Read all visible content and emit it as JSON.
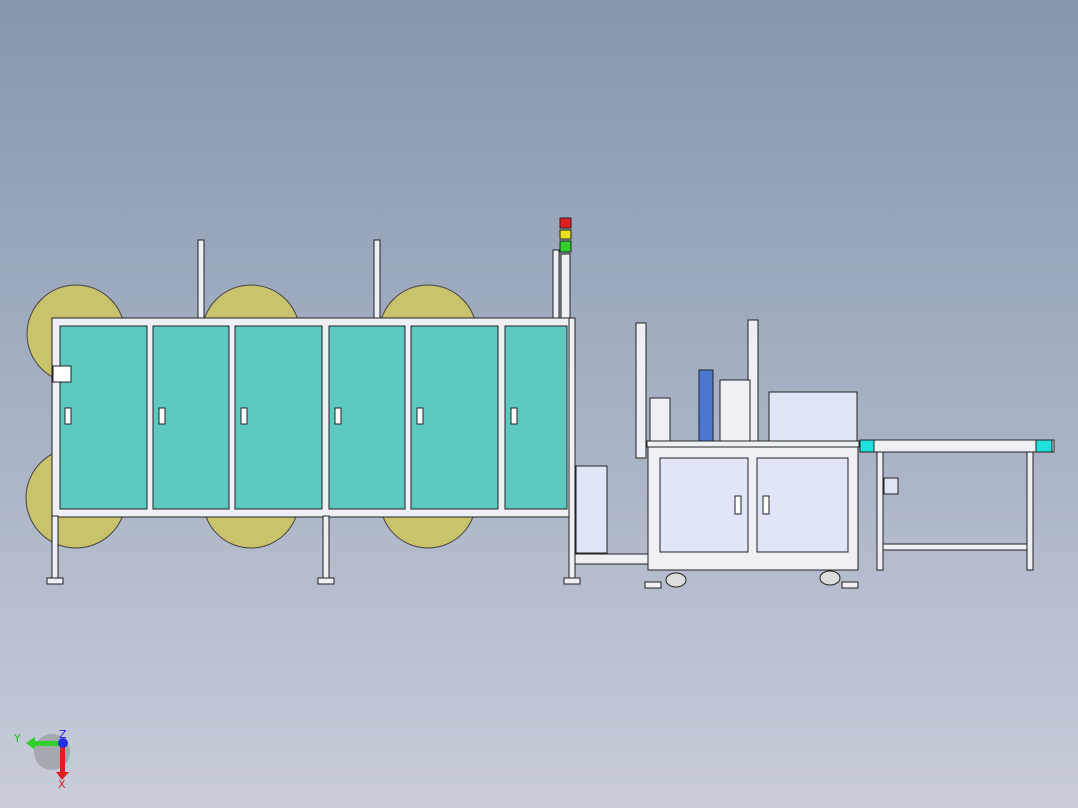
{
  "viewport": {
    "type": "cad-3d-view",
    "background": [
      "#8797ae",
      "#c9cdd9"
    ]
  },
  "triad": {
    "x_label": "X",
    "y_label": "Y",
    "z_label": "Z",
    "x_color": "#e02020",
    "y_color": "#20c020",
    "z_color": "#2020e0"
  },
  "colors": {
    "panel": "#5ec9c1",
    "reel": "#c9c36c",
    "cabinet": "#e1e5f8"
  }
}
